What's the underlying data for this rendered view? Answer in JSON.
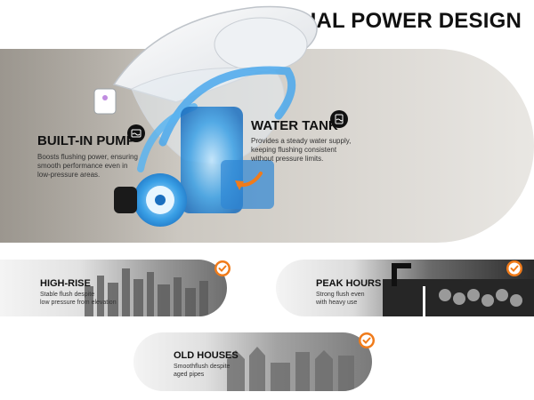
{
  "heading": "DUAL POWER DESIGN",
  "callouts": {
    "pump": {
      "title": "BUILT-IN PUMP",
      "text_lines": [
        "Boosts flushing power, ensuring",
        "smooth performance even in",
        "low-pressure areas."
      ],
      "icon": "pump-icon"
    },
    "tank": {
      "title": "WATER TANK",
      "text_lines": [
        "Provides a steady water supply,",
        "keeping flushing consistent",
        "without pressure limits."
      ],
      "icon": "tank-icon"
    }
  },
  "scenarios": {
    "highrise": {
      "title": "HIGH-RISE",
      "text_lines": [
        "Stable flush despite",
        "low pressure from elevation"
      ]
    },
    "peak": {
      "title": "PEAK HOURS",
      "text_lines": [
        "Strong flush even",
        "with heavy use"
      ]
    },
    "oldhouses": {
      "title": "OLD HOUSES",
      "text_lines": [
        "Smoothflush despite",
        "aged pipes"
      ]
    }
  },
  "colors": {
    "accent_orange": "#f07b1a",
    "water_blue": "#3aa0e6",
    "dark": "#111111"
  }
}
